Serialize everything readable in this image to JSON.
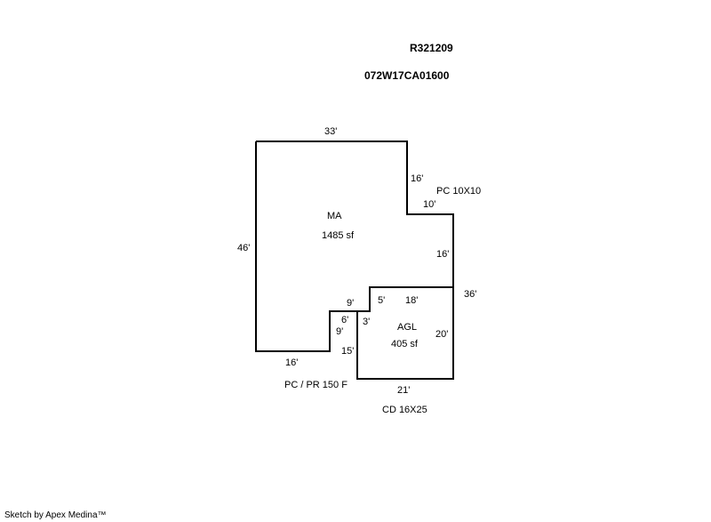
{
  "header": {
    "parcel_id": "R321209",
    "map_number": "072W17CA01600"
  },
  "areas": {
    "main": {
      "code": "MA",
      "area": "1485 sf"
    },
    "garage": {
      "code": "AGL",
      "area": "405 sf"
    }
  },
  "dimensions": {
    "ma_top": "33'",
    "ma_right_upper": "16'",
    "pc_step": "10'",
    "ma_right_lower": "16'",
    "ma_left": "46'",
    "ma_bottom": "16'",
    "notch_top": "9'",
    "notch_side_upper": "6'",
    "notch_side": "9'",
    "agl_step_top": "5'",
    "agl_top": "18'",
    "agl_step_side": "3'",
    "agl_left": "15'",
    "agl_right": "20'",
    "agl_bottom": "21'",
    "overall_right": "36'"
  },
  "annotations": {
    "pc_upper": "PC  10X10",
    "pc_pr": "PC / PR  150 F",
    "cd": "CD  16X25"
  },
  "footer": {
    "credit": "Sketch by Apex Medina™"
  }
}
